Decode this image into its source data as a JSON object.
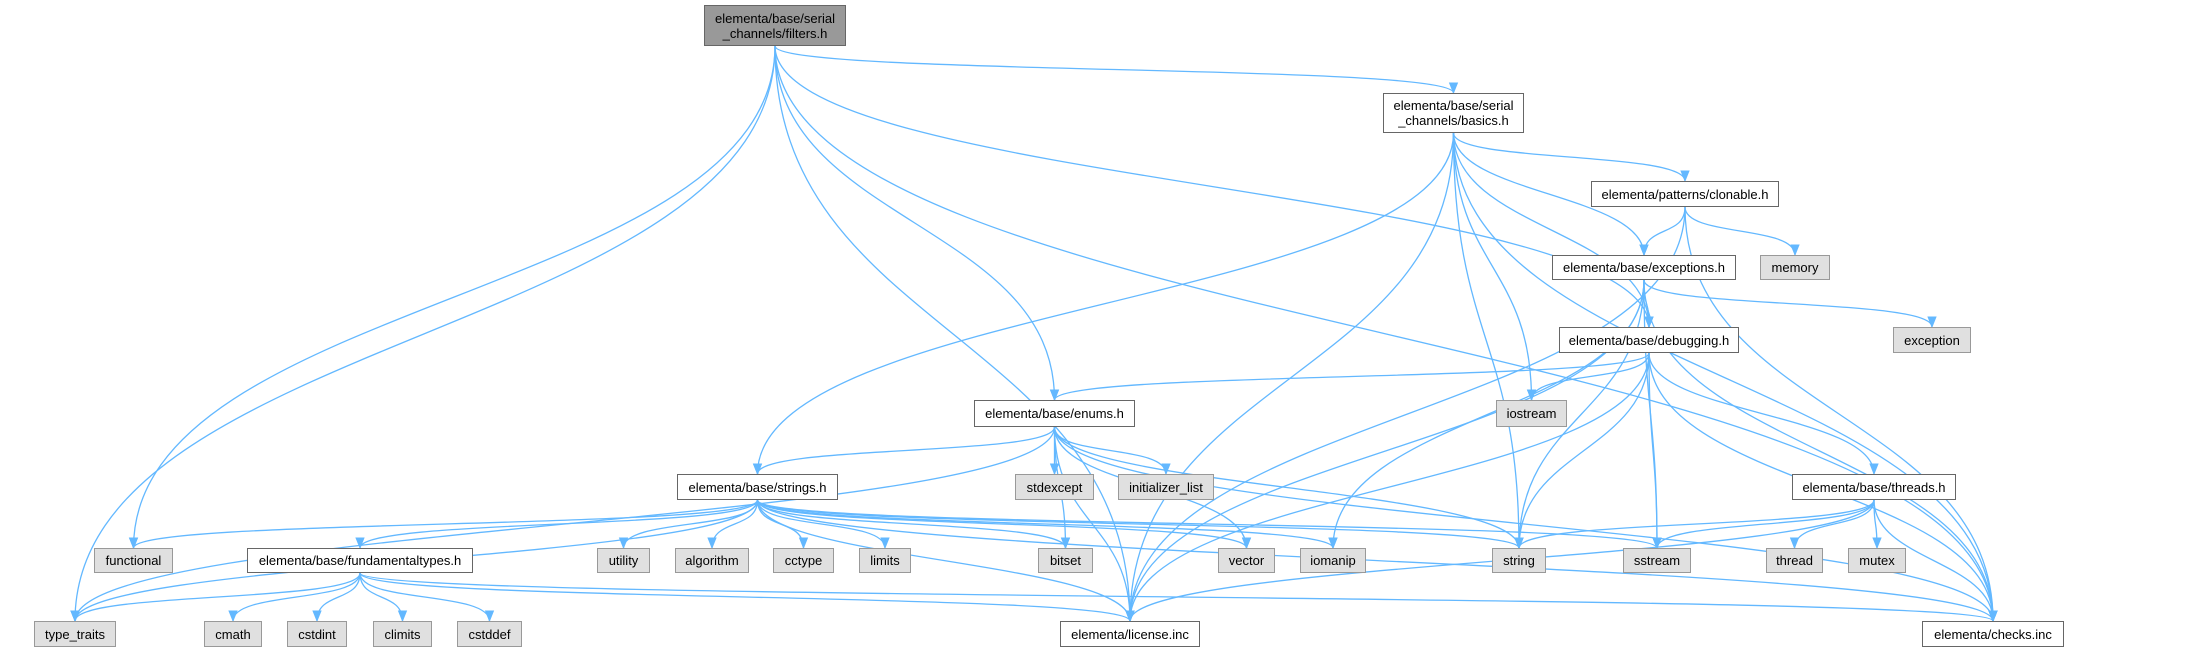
{
  "graph": {
    "type": "include-dependency-graph",
    "edge_color": "#63b8ff",
    "nodes": [
      {
        "id": "filters",
        "label": "elementa/base/serial\n_channels/filters.h",
        "kind": "root"
      },
      {
        "id": "basics",
        "label": "elementa/base/serial\n_channels/basics.h",
        "kind": "local"
      },
      {
        "id": "clonable",
        "label": "elementa/patterns/clonable.h",
        "kind": "local"
      },
      {
        "id": "exceptions",
        "label": "elementa/base/exceptions.h",
        "kind": "local"
      },
      {
        "id": "memory",
        "label": "memory",
        "kind": "ext"
      },
      {
        "id": "debugging",
        "label": "elementa/base/debugging.h",
        "kind": "local"
      },
      {
        "id": "exception",
        "label": "exception",
        "kind": "ext"
      },
      {
        "id": "enums",
        "label": "elementa/base/enums.h",
        "kind": "local"
      },
      {
        "id": "iostream",
        "label": "iostream",
        "kind": "ext"
      },
      {
        "id": "strings",
        "label": "elementa/base/strings.h",
        "kind": "local"
      },
      {
        "id": "stdexcept",
        "label": "stdexcept",
        "kind": "ext"
      },
      {
        "id": "initializer_list",
        "label": "initializer_list",
        "kind": "ext"
      },
      {
        "id": "threads",
        "label": "elementa/base/threads.h",
        "kind": "local"
      },
      {
        "id": "functional",
        "label": "functional",
        "kind": "ext"
      },
      {
        "id": "fundamentaltypes",
        "label": "elementa/base/fundamentaltypes.h",
        "kind": "local"
      },
      {
        "id": "utility",
        "label": "utility",
        "kind": "ext"
      },
      {
        "id": "algorithm",
        "label": "algorithm",
        "kind": "ext"
      },
      {
        "id": "cctype",
        "label": "cctype",
        "kind": "ext"
      },
      {
        "id": "limits",
        "label": "limits",
        "kind": "ext"
      },
      {
        "id": "bitset",
        "label": "bitset",
        "kind": "ext"
      },
      {
        "id": "vector",
        "label": "vector",
        "kind": "ext"
      },
      {
        "id": "iomanip",
        "label": "iomanip",
        "kind": "ext"
      },
      {
        "id": "string",
        "label": "string",
        "kind": "ext"
      },
      {
        "id": "sstream",
        "label": "sstream",
        "kind": "ext"
      },
      {
        "id": "thread",
        "label": "thread",
        "kind": "ext"
      },
      {
        "id": "mutex",
        "label": "mutex",
        "kind": "ext"
      },
      {
        "id": "type_traits",
        "label": "type_traits",
        "kind": "ext"
      },
      {
        "id": "cmath",
        "label": "cmath",
        "kind": "ext"
      },
      {
        "id": "cstdint",
        "label": "cstdint",
        "kind": "ext"
      },
      {
        "id": "climits",
        "label": "climits",
        "kind": "ext"
      },
      {
        "id": "cstddef",
        "label": "cstddef",
        "kind": "ext"
      },
      {
        "id": "license",
        "label": "elementa/license.inc",
        "kind": "local"
      },
      {
        "id": "checks",
        "label": "elementa/checks.inc",
        "kind": "local"
      }
    ],
    "edges": [
      [
        "filters",
        "basics"
      ],
      [
        "filters",
        "enums"
      ],
      [
        "filters",
        "debugging"
      ],
      [
        "filters",
        "checks"
      ],
      [
        "filters",
        "license"
      ],
      [
        "filters",
        "functional"
      ],
      [
        "filters",
        "type_traits"
      ],
      [
        "basics",
        "clonable"
      ],
      [
        "basics",
        "exceptions"
      ],
      [
        "basics",
        "debugging"
      ],
      [
        "basics",
        "strings"
      ],
      [
        "basics",
        "string"
      ],
      [
        "basics",
        "iostream"
      ],
      [
        "basics",
        "license"
      ],
      [
        "basics",
        "checks"
      ],
      [
        "clonable",
        "exceptions"
      ],
      [
        "clonable",
        "memory"
      ],
      [
        "clonable",
        "license"
      ],
      [
        "clonable",
        "checks"
      ],
      [
        "exceptions",
        "debugging"
      ],
      [
        "exceptions",
        "exception"
      ],
      [
        "exceptions",
        "iomanip"
      ],
      [
        "exceptions",
        "string"
      ],
      [
        "exceptions",
        "sstream"
      ],
      [
        "exceptions",
        "license"
      ],
      [
        "exceptions",
        "checks"
      ],
      [
        "debugging",
        "enums"
      ],
      [
        "debugging",
        "iostream"
      ],
      [
        "debugging",
        "string"
      ],
      [
        "debugging",
        "sstream"
      ],
      [
        "debugging",
        "threads"
      ],
      [
        "debugging",
        "license"
      ],
      [
        "debugging",
        "checks"
      ],
      [
        "enums",
        "strings"
      ],
      [
        "enums",
        "type_traits"
      ],
      [
        "enums",
        "stdexcept"
      ],
      [
        "enums",
        "initializer_list"
      ],
      [
        "enums",
        "vector"
      ],
      [
        "enums",
        "string"
      ],
      [
        "enums",
        "bitset"
      ],
      [
        "enums",
        "license"
      ],
      [
        "enums",
        "checks"
      ],
      [
        "strings",
        "functional"
      ],
      [
        "strings",
        "type_traits"
      ],
      [
        "strings",
        "fundamentaltypes"
      ],
      [
        "strings",
        "utility"
      ],
      [
        "strings",
        "algorithm"
      ],
      [
        "strings",
        "cctype"
      ],
      [
        "strings",
        "limits"
      ],
      [
        "strings",
        "bitset"
      ],
      [
        "strings",
        "vector"
      ],
      [
        "strings",
        "iomanip"
      ],
      [
        "strings",
        "string"
      ],
      [
        "strings",
        "sstream"
      ],
      [
        "strings",
        "license"
      ],
      [
        "strings",
        "checks"
      ],
      [
        "fundamentaltypes",
        "type_traits"
      ],
      [
        "fundamentaltypes",
        "cmath"
      ],
      [
        "fundamentaltypes",
        "cstdint"
      ],
      [
        "fundamentaltypes",
        "climits"
      ],
      [
        "fundamentaltypes",
        "cstddef"
      ],
      [
        "fundamentaltypes",
        "license"
      ],
      [
        "fundamentaltypes",
        "checks"
      ],
      [
        "threads",
        "string"
      ],
      [
        "threads",
        "sstream"
      ],
      [
        "threads",
        "thread"
      ],
      [
        "threads",
        "mutex"
      ],
      [
        "threads",
        "license"
      ],
      [
        "threads",
        "checks"
      ]
    ]
  }
}
